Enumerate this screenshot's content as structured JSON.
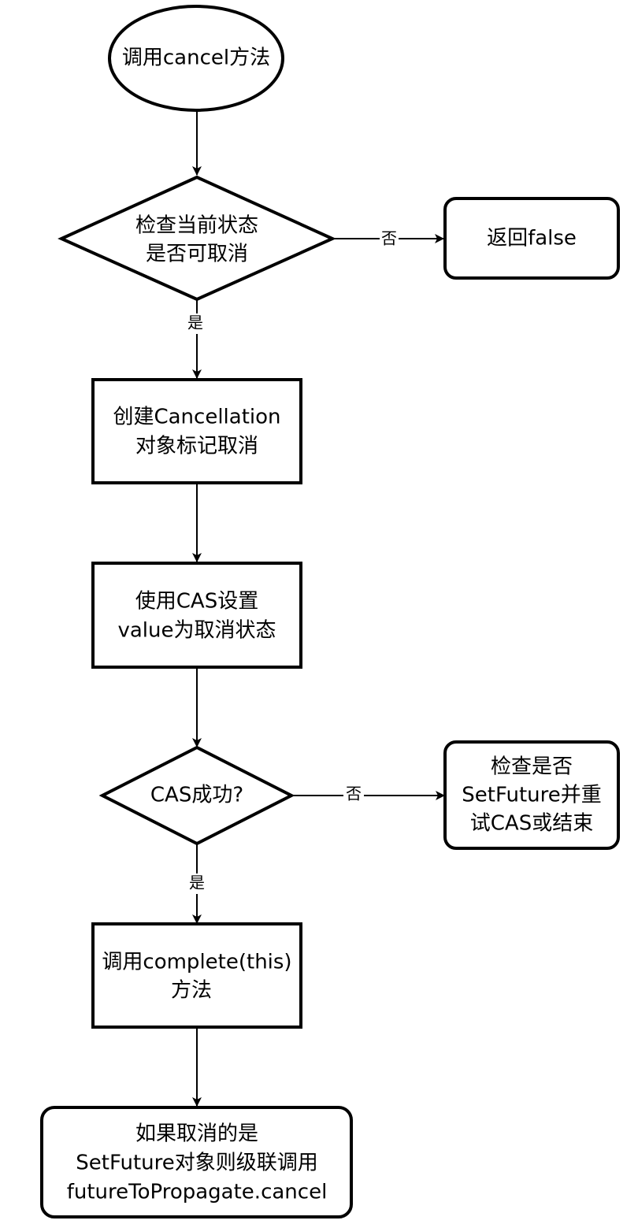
{
  "diagram": {
    "type": "flowchart",
    "colors": {
      "stroke": "#000000",
      "fill": "#ffffff",
      "text": "#000000"
    },
    "nodes": {
      "start": {
        "shape": "ellipse",
        "lines": [
          "调用cancel方法"
        ]
      },
      "check_state": {
        "shape": "diamond",
        "lines": [
          "检查当前状态",
          "是否可取消"
        ]
      },
      "return_false": {
        "shape": "rounded-rect",
        "lines": [
          "返回false"
        ]
      },
      "create_cancellation": {
        "shape": "rect",
        "lines": [
          "创建Cancellation",
          "对象标记取消"
        ]
      },
      "cas_set": {
        "shape": "rect",
        "lines": [
          "使用CAS设置",
          "value为取消状态"
        ]
      },
      "cas_success": {
        "shape": "diamond",
        "lines": [
          "CAS成功?"
        ]
      },
      "check_setfuture": {
        "shape": "rounded-rect",
        "lines": [
          "检查是否",
          "SetFuture并重",
          "试CAS或结束"
        ]
      },
      "call_complete": {
        "shape": "rect",
        "lines": [
          "调用complete(this)",
          "方法"
        ]
      },
      "propagate": {
        "shape": "rounded-rect",
        "lines": [
          "如果取消的是",
          "SetFuture对象则级联调用",
          "futureToPropagate.cancel"
        ]
      }
    },
    "edges": [
      {
        "from": "start",
        "to": "check_state",
        "label": ""
      },
      {
        "from": "check_state",
        "to": "return_false",
        "label": "否"
      },
      {
        "from": "check_state",
        "to": "create_cancellation",
        "label": "是"
      },
      {
        "from": "create_cancellation",
        "to": "cas_set",
        "label": ""
      },
      {
        "from": "cas_set",
        "to": "cas_success",
        "label": ""
      },
      {
        "from": "cas_success",
        "to": "check_setfuture",
        "label": "否"
      },
      {
        "from": "cas_success",
        "to": "call_complete",
        "label": "是"
      },
      {
        "from": "call_complete",
        "to": "propagate",
        "label": ""
      }
    ]
  }
}
